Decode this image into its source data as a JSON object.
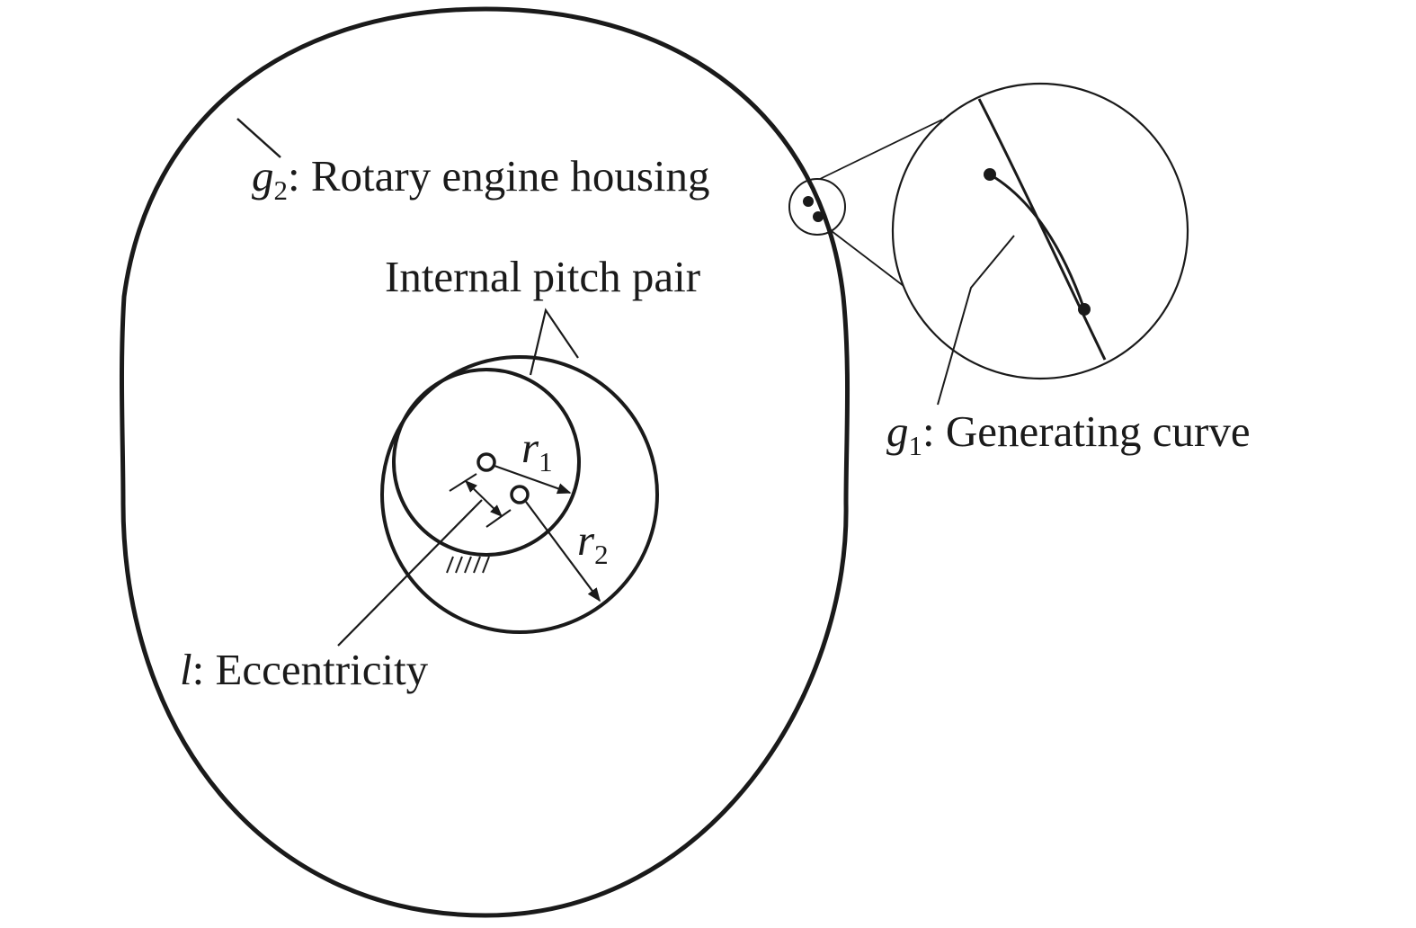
{
  "labels": {
    "housing": {
      "symbol": "g",
      "subscript": "2",
      "text": ": Rotary engine housing"
    },
    "pitch_pair": {
      "text": "Internal pitch pair"
    },
    "generating_curve": {
      "symbol": "g",
      "subscript": "1",
      "text": ": Generating curve"
    },
    "eccentricity": {
      "symbol": "l",
      "text": ": Eccentricity"
    },
    "r1": {
      "symbol": "r",
      "subscript": "1"
    },
    "r2": {
      "symbol": "r",
      "subscript": "2"
    }
  },
  "colors": {
    "stroke": "#1a1a1a",
    "background": "#ffffff"
  }
}
